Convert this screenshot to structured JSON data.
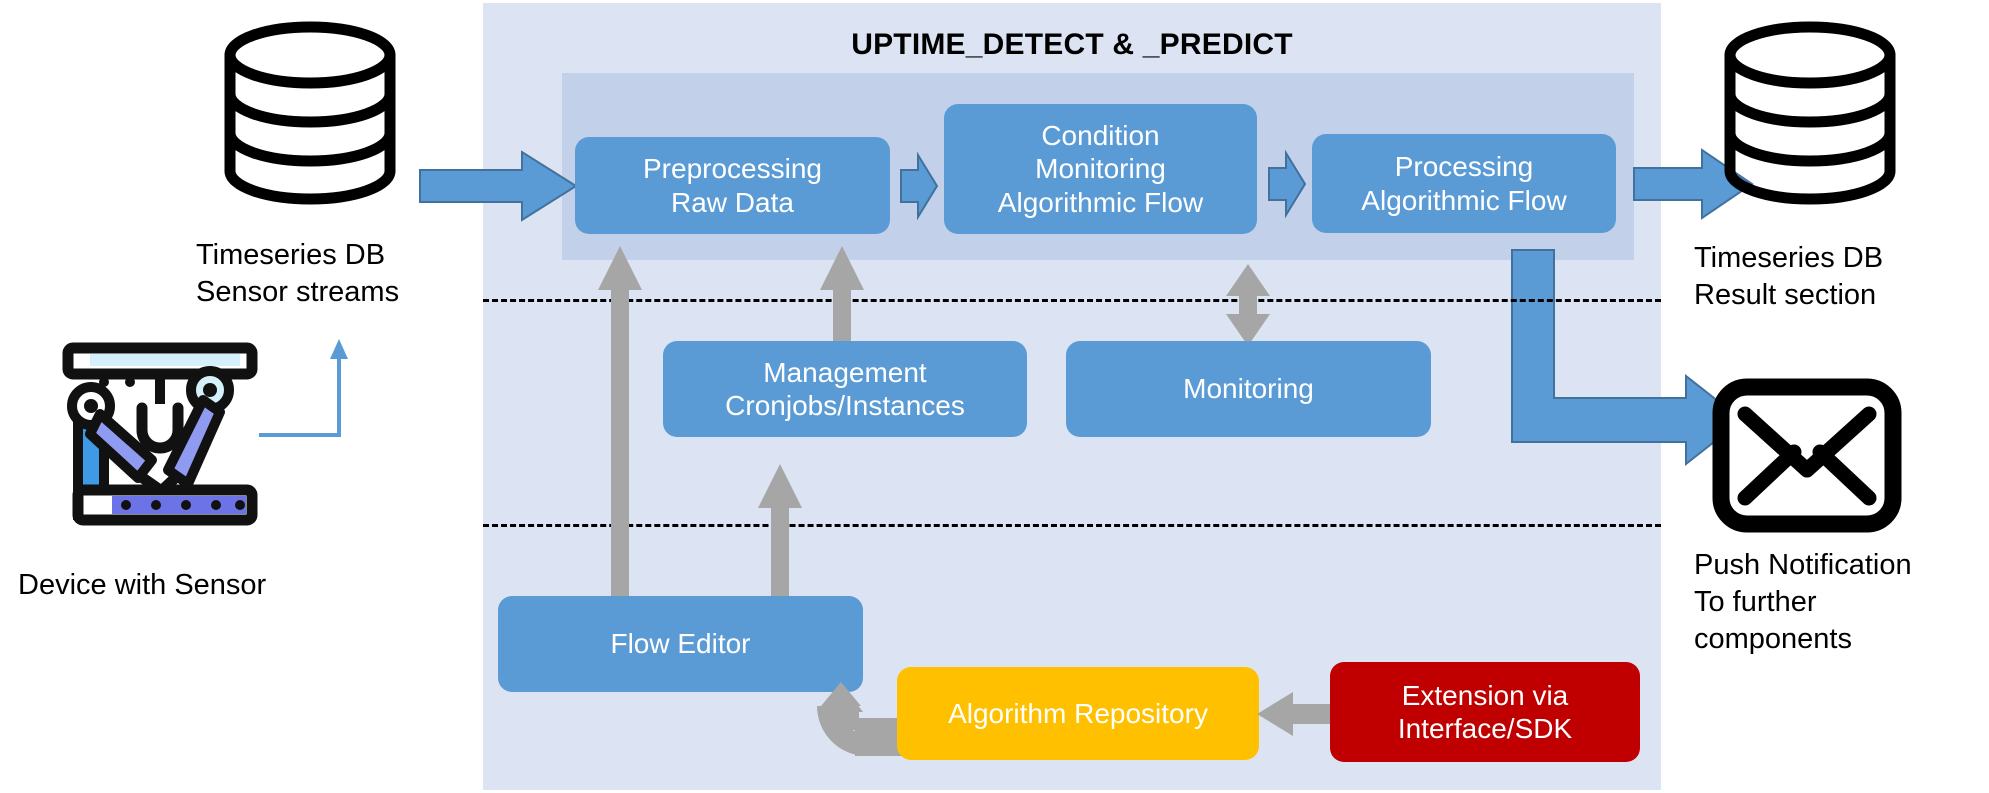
{
  "panel": {
    "title": "UPTIME_DETECT & _PREDICT",
    "bg_color": "#dce4f3",
    "band_color": "#c2d0e9"
  },
  "colors": {
    "process_blue": "#5b9bd5",
    "gold": "#ffc000",
    "red": "#c00000",
    "gray_arrow": "#a6a6a6",
    "text_white": "#ffffff",
    "text_black": "#000000"
  },
  "pipeline": {
    "boxes": [
      {
        "id": "preprocessing",
        "label": "Preprocessing\nRaw Data"
      },
      {
        "id": "condition-monitoring",
        "label": "Condition\nMonitoring\nAlgorithmic Flow"
      },
      {
        "id": "processing",
        "label": "Processing\nAlgorithmic Flow"
      }
    ]
  },
  "middle": {
    "boxes": [
      {
        "id": "management",
        "label": "Management\nCronjobs/Instances"
      },
      {
        "id": "monitoring",
        "label": "Monitoring"
      }
    ]
  },
  "bottom": {
    "boxes": [
      {
        "id": "flow-editor",
        "label": "Flow Editor",
        "color": "#5b9bd5"
      },
      {
        "id": "algorithm-repository",
        "label": "Algorithm Repository",
        "color": "#ffc000"
      },
      {
        "id": "extension",
        "label": "Extension via\nInterface/SDK",
        "color": "#c00000"
      }
    ]
  },
  "external": {
    "db_left": {
      "icon": "database-cylinder-icon",
      "label": "Timeseries DB\nSensor streams"
    },
    "device": {
      "icon": "robot-arm-device-icon",
      "label": "Device with Sensor"
    },
    "db_right": {
      "icon": "database-cylinder-icon",
      "label": "Timeseries DB\nResult section"
    },
    "notification": {
      "icon": "envelope-icon",
      "label": "Push Notification\nTo further\ncomponents"
    }
  },
  "connectors": [
    {
      "id": "db-to-preprocessing",
      "type": "block-arrow-right",
      "color": "#5b9bd5"
    },
    {
      "id": "preprocessing-to-condition",
      "type": "chevron-right",
      "color": "#5b9bd5"
    },
    {
      "id": "condition-to-processing",
      "type": "chevron-right",
      "color": "#5b9bd5"
    },
    {
      "id": "processing-to-db-right",
      "type": "block-arrow-right",
      "color": "#5b9bd5"
    },
    {
      "id": "processing-to-notification",
      "type": "elbow-arrow-right",
      "color": "#5b9bd5"
    },
    {
      "id": "device-to-db-left",
      "type": "thin-elbow-arrow-up",
      "color": "#5b9bd5"
    },
    {
      "id": "floweditor-to-preprocessing",
      "type": "arrow-up",
      "color": "#a6a6a6"
    },
    {
      "id": "management-to-preprocessing",
      "type": "arrow-up",
      "color": "#a6a6a6"
    },
    {
      "id": "floweditor-to-management",
      "type": "arrow-up",
      "color": "#a6a6a6"
    },
    {
      "id": "monitoring-to-processing",
      "type": "double-arrow-vertical",
      "color": "#a6a6a6"
    },
    {
      "id": "algorepo-to-floweditor",
      "type": "elbow-arrow-up-left",
      "color": "#a6a6a6"
    },
    {
      "id": "extension-to-algorepo",
      "type": "block-arrow-left",
      "color": "#a6a6a6"
    }
  ],
  "separators": [
    {
      "id": "dashed-line-top",
      "style": "dashed"
    },
    {
      "id": "dashed-line-bottom",
      "style": "dashed"
    }
  ]
}
